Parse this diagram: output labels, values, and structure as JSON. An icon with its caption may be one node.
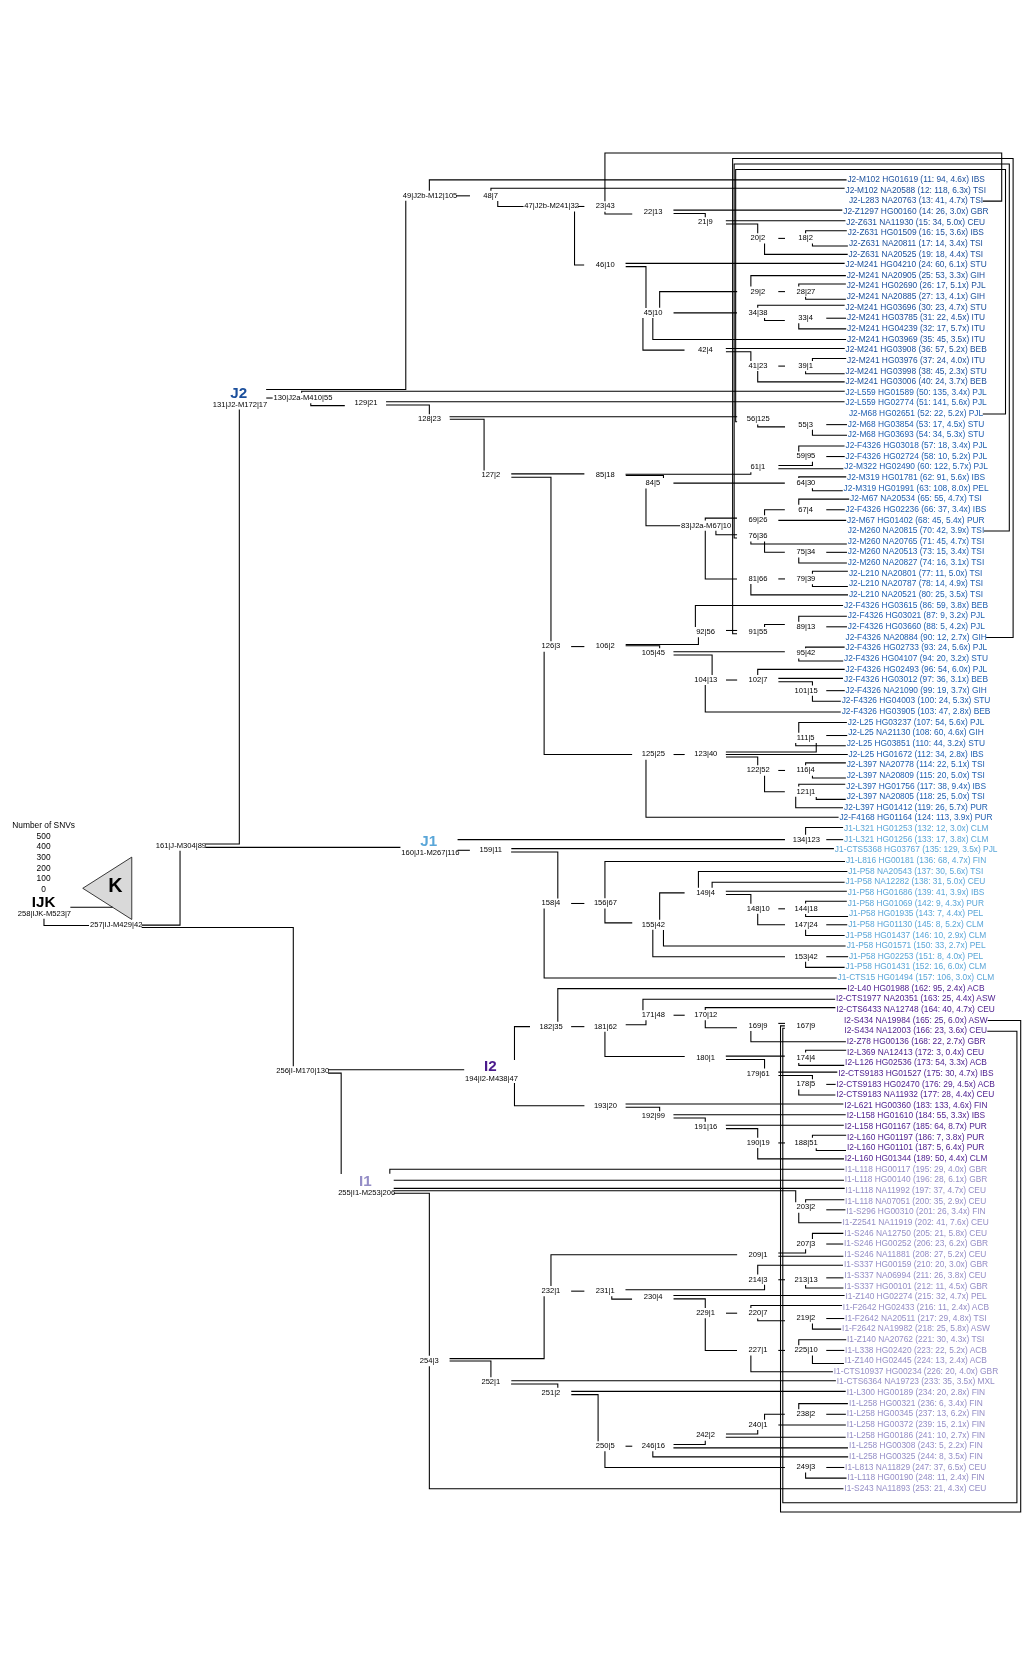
{
  "diagram": {
    "nodes": [
      {
        "text": [
          "258|IJK-M523|7"
        ],
        "beside": [
          "IJK"
        ]
      },
      {
        "text": [
          "K"
        ]
      },
      {
        "text": [
          "257|IJ-M429|42"
        ]
      },
      {
        "text": [
          "161|J-M304|89"
        ]
      },
      {
        "text": [
          "131|J2-M172|17"
        ],
        "beside": [
          "J2"
        ]
      },
      {
        "text": [
          "49|J2b-M12|105"
        ]
      },
      {
        "text": [
          "J2-M102 HG01619 (11: 94, 4.6x) IBS"
        ]
      },
      {
        "text": [
          "48|7"
        ]
      },
      {
        "text": [
          "J2-M102 NA20588 (12: 118, 6.3x) TSI"
        ]
      },
      {
        "text": [
          "47|J2b-M241|32"
        ]
      },
      {
        "text": [
          "23|43"
        ]
      },
      {
        "text": [
          "J2-L283 NA20763 (13: 41, 4.7x) TSI"
        ]
      },
      {
        "text": [
          "22|13"
        ]
      },
      {
        "text": [
          "J2-Z1297 HG00160 (14: 26, 3.0x) GBR"
        ]
      },
      {
        "text": [
          "21|9"
        ]
      },
      {
        "text": [
          "J2-Z631 NA11930 (15: 34, 5.0x) CEU"
        ]
      },
      {
        "text": [
          "20|2"
        ]
      },
      {
        "text": [
          "18|2"
        ]
      },
      {
        "text": [
          "J2-Z631 HG01509 (16: 15, 3.6x) IBS"
        ]
      },
      {
        "text": [
          "J2-Z631 NA20811 (17: 14, 3.4x) TSI"
        ]
      },
      {
        "text": [
          "J2-Z631 NA20525 (19: 18, 4.4x) TSI"
        ]
      },
      {
        "text": [
          "46|10"
        ]
      },
      {
        "text": [
          "J2-M241 HG04210 (24: 60, 6.1x) STU"
        ]
      },
      {
        "text": [
          "45|10"
        ]
      },
      {
        "text": [
          "29|2"
        ]
      },
      {
        "text": [
          "J2-M241 NA20905 (25: 53, 3.3x) GIH"
        ]
      },
      {
        "text": [
          "28|27"
        ]
      },
      {
        "text": [
          "J2-M241 HG02690 (26: 17, 5.1x) PJL"
        ]
      },
      {
        "text": [
          "J2-M241 NA20885 (27: 13, 4.1x) GIH"
        ]
      },
      {
        "text": [
          "34|38"
        ]
      },
      {
        "text": [
          "J2-M241 HG03696 (30: 23, 4.7x) STU"
        ]
      },
      {
        "text": [
          "33|4"
        ]
      },
      {
        "text": [
          "J2-M241 HG03785 (31: 22, 4.5x) ITU"
        ]
      },
      {
        "text": [
          "J2-M241 HG04239 (32: 17, 5.7x) ITU"
        ]
      },
      {
        "text": [
          "J2-M241 HG03969 (35: 45, 3.5x) ITU"
        ]
      },
      {
        "text": [
          "42|4"
        ]
      },
      {
        "text": [
          "J2-M241 HG03908 (36: 57, 5.2x) BEB"
        ]
      },
      {
        "text": [
          "41|23"
        ]
      },
      {
        "text": [
          "39|1"
        ]
      },
      {
        "text": [
          "J2-M241 HG03976 (37: 24, 4.0x) ITU"
        ]
      },
      {
        "text": [
          "J2-M241 HG03998 (38: 45, 2.3x) STU"
        ]
      },
      {
        "text": [
          "J2-M241 HG03006 (40: 24, 3.7x) BEB"
        ]
      },
      {
        "text": [
          "130|J2a-M410|55"
        ]
      },
      {
        "text": [
          "J2-L559 HG01589 (50: 135, 3.4x) PJL"
        ]
      },
      {
        "text": [
          "129|21"
        ]
      },
      {
        "text": [
          "J2-L559 HG02774 (51: 141, 5.6x) PJL"
        ]
      },
      {
        "text": [
          "128|23"
        ]
      },
      {
        "text": [
          "56|125"
        ]
      },
      {
        "text": [
          "J2-M68 HG02651 (52: 22, 5.2x) PJL"
        ]
      },
      {
        "text": [
          "55|3"
        ]
      },
      {
        "text": [
          "J2-M68 HG03854 (53: 17, 4.5x) STU"
        ]
      },
      {
        "text": [
          "J2-M68 HG03693 (54: 34, 5.3x) STU"
        ]
      },
      {
        "text": [
          "127|2"
        ]
      },
      {
        "text": [
          "85|18"
        ]
      },
      {
        "text": [
          "61|1"
        ]
      },
      {
        "text": [
          "59|95"
        ]
      },
      {
        "text": [
          "J2-F4326 HG03018 (57: 18, 3.4x) PJL"
        ]
      },
      {
        "text": [
          "J2-F4326 HG02724 (58: 10, 5.2x) PJL"
        ]
      },
      {
        "text": [
          "J2-M322 HG02490 (60: 122, 5.7x) PJL"
        ]
      },
      {
        "text": [
          "84|5"
        ]
      },
      {
        "text": [
          "64|30"
        ]
      },
      {
        "text": [
          "J2-M319 HG01781 (62: 91, 5.6x) IBS"
        ]
      },
      {
        "text": [
          "J2-M319 HG01991 (63: 108, 8.0x) PEL"
        ]
      },
      {
        "text": [
          "83|J2a-M67|10"
        ]
      },
      {
        "text": [
          "69|26"
        ]
      },
      {
        "text": [
          "67|4"
        ]
      },
      {
        "text": [
          "J2-M67 NA20534 (65: 55, 4.7x) TSI"
        ]
      },
      {
        "text": [
          "J2-F4326 HG02236 (66: 37, 3.4x) IBS"
        ]
      },
      {
        "text": [
          "J2-M67 HG01402 (68: 45, 5.4x) PUR"
        ]
      },
      {
        "text": [
          "76|36"
        ]
      },
      {
        "text": [
          "J2-M260 NA20815 (70: 42, 3.9x) TSI"
        ]
      },
      {
        "text": [
          "J2-M260 NA20765 (71: 45, 4.7x) TSI"
        ]
      },
      {
        "text": [
          "75|34"
        ]
      },
      {
        "text": [
          "J2-M260 NA20513 (73: 15, 3.4x) TSI"
        ]
      },
      {
        "text": [
          "J2-M260 NA20827 (74: 16, 3.1x) TSI"
        ]
      },
      {
        "text": [
          "81|66"
        ]
      },
      {
        "text": [
          "79|39"
        ]
      },
      {
        "text": [
          "J2-L210 NA20801 (77: 11, 5.0x) TSI"
        ]
      },
      {
        "text": [
          "J2-L210 NA20787 (78: 14, 4.9x) TSI"
        ]
      },
      {
        "text": [
          "J2-L210 NA20521 (80: 25, 3.5x) TSI"
        ]
      },
      {
        "text": [
          "126|3"
        ]
      },
      {
        "text": [
          "106|2"
        ]
      },
      {
        "text": [
          "92|56"
        ]
      },
      {
        "text": [
          "J2-F4326 HG03615 (86: 59, 3.8x) BEB"
        ]
      },
      {
        "text": [
          "91|55"
        ]
      },
      {
        "text": [
          "89|13"
        ]
      },
      {
        "text": [
          "J2-F4326 HG03021 (87: 9, 3.2x) PJL"
        ]
      },
      {
        "text": [
          "J2-F4326 HG03660 (88: 5, 4.2x) PJL"
        ]
      },
      {
        "text": [
          "J2-F4326 NA20884 (90: 12, 2.7x) GIH"
        ]
      },
      {
        "text": [
          "105|45"
        ]
      },
      {
        "text": [
          "95|42"
        ]
      },
      {
        "text": [
          "J2-F4326 HG02733 (93: 24, 5.6x) PJL"
        ]
      },
      {
        "text": [
          "J2-F4326 HG04107 (94: 20, 3.2x) STU"
        ]
      },
      {
        "text": [
          "104|13"
        ]
      },
      {
        "text": [
          "102|7"
        ]
      },
      {
        "text": [
          "J2-F4326 HG02493 (96: 54, 6.0x) PJL"
        ]
      },
      {
        "text": [
          "J2-F4326 HG03012 (97: 36, 3.1x) BEB"
        ]
      },
      {
        "text": [
          "101|15"
        ]
      },
      {
        "text": [
          "J2-F4326 NA21090 (99: 19, 3.7x) GIH"
        ]
      },
      {
        "text": [
          "J2-F4326 HG04003 (100: 24, 5.3x) STU"
        ]
      },
      {
        "text": [
          "J2-F4326 HG03905 (103: 47, 2.8x) BEB"
        ]
      },
      {
        "text": [
          "125|25"
        ]
      },
      {
        "text": [
          "123|40"
        ]
      },
      {
        "text": [
          "111|5"
        ]
      },
      {
        "text": [
          "J2-L25 HG03237 (107: 54, 5.6x) PJL"
        ]
      },
      {
        "text": [
          "J2-L25 NA21130 (108: 60, 4.6x) GIH"
        ]
      },
      {
        "text": [
          "J2-L25 HG03851 (110: 44, 3.2x) STU"
        ]
      },
      {
        "text": [
          "J2-L25 HG01672 (112: 34, 2.8x) IBS"
        ]
      },
      {
        "text": [
          "122|52"
        ]
      },
      {
        "text": [
          "116|4"
        ]
      },
      {
        "text": [
          "J2-L397 NA20778 (114: 22, 5.1x) TSI"
        ]
      },
      {
        "text": [
          "J2-L397 NA20809 (115: 20, 5.0x) TSI"
        ]
      },
      {
        "text": [
          "121|1"
        ]
      },
      {
        "text": [
          "J2-L397 HG01756 (117: 38, 9.4x) IBS"
        ]
      },
      {
        "text": [
          "J2-L397 NA20805 (118: 25, 5.0x) TSI"
        ]
      },
      {
        "text": [
          "J2-L397 HG01412 (119: 26, 5.7x) PUR"
        ]
      },
      {
        "text": [
          "J2-F4168 HG01164 (124: 113, 3.9x) PUR"
        ]
      },
      {
        "text": [
          "160|J1-M267|116"
        ],
        "beside": [
          "J1"
        ]
      },
      {
        "text": [
          "134|123"
        ]
      },
      {
        "text": [
          "J1-L321 HG01253 (132: 12, 3.0x) CLM"
        ]
      },
      {
        "text": [
          "J1-L321 HG01256 (133: 17, 3.8x) CLM"
        ]
      },
      {
        "text": [
          "159|11"
        ]
      },
      {
        "text": [
          "J1-CTS5368 HG03767 (135: 129, 3.5x) PJL"
        ]
      },
      {
        "text": [
          "158|4"
        ]
      },
      {
        "text": [
          "156|67"
        ]
      },
      {
        "text": [
          "J1-L816 HG00181 (136: 68, 4.7x) FIN"
        ]
      },
      {
        "text": [
          "155|42"
        ]
      },
      {
        "text": [
          "149|4"
        ]
      },
      {
        "text": [
          "J1-P58 NA20543 (137: 30, 5.6x) TSI"
        ]
      },
      {
        "text": [
          "J1-P58 NA12282 (138: 31, 5.0x) CEU"
        ]
      },
      {
        "text": [
          "J1-P58 HG01686 (139: 41, 3.9x) IBS"
        ]
      },
      {
        "text": [
          "148|10"
        ]
      },
      {
        "text": [
          "144|18"
        ]
      },
      {
        "text": [
          "J1-P58 HG01069 (142: 9, 4.3x) PUR"
        ]
      },
      {
        "text": [
          "J1-P58 HG01935 (143: 7, 4.4x) PEL"
        ]
      },
      {
        "text": [
          "147|24"
        ]
      },
      {
        "text": [
          "J1-P58 HG01130 (145: 8, 5.2x) CLM"
        ]
      },
      {
        "text": [
          "J1-P58 HG01437 (146: 10, 2.9x) CLM"
        ]
      },
      {
        "text": [
          "J1-P58 HG01571 (150: 33, 2.7x) PEL"
        ]
      },
      {
        "text": [
          "153|42"
        ]
      },
      {
        "text": [
          "J1-P58 HG02253 (151: 8, 4.0x) PEL"
        ]
      },
      {
        "text": [
          "J1-P58 HG01431 (152: 16, 6.0x) CLM"
        ]
      },
      {
        "text": [
          "J1-CTS15 HG01494 (157: 106, 3.0x) CLM"
        ]
      },
      {
        "text": [
          "256|I-M170|130"
        ]
      },
      {
        "text": [
          "194|I2-M438|47"
        ],
        "beside": [
          "I2"
        ]
      },
      {
        "text": [
          "182|35"
        ]
      },
      {
        "text": [
          "I2-L40 HG01988 (162: 95, 2.4x) ACB"
        ]
      },
      {
        "text": [
          "181|62"
        ]
      },
      {
        "text": [
          "171|48"
        ]
      },
      {
        "text": [
          "I2-CTS1977 NA20351 (163: 25, 4.4x) ASW"
        ]
      },
      {
        "text": [
          "170|12"
        ]
      },
      {
        "text": [
          "I2-CTS6433 NA12748 (164: 40, 4.7x) CEU"
        ]
      },
      {
        "text": [
          "169|9"
        ]
      },
      {
        "text": [
          "167|9"
        ]
      },
      {
        "text": [
          "I2-S434 NA19984 (165: 25, 6.0x) ASW"
        ]
      },
      {
        "text": [
          "I2-S434 NA12003 (166: 23, 3.6x) CEU"
        ]
      },
      {
        "text": [
          "I2-Z78 HG00136 (168: 22, 2.7x) GBR"
        ]
      },
      {
        "text": [
          "180|1"
        ]
      },
      {
        "text": [
          "174|4"
        ]
      },
      {
        "text": [
          "I2-L369 NA12413 (172: 3, 0.4x) CEU"
        ]
      },
      {
        "text": [
          "I2-L126 HG02536 (173: 54, 3.3x) ACB"
        ]
      },
      {
        "text": [
          "179|61"
        ]
      },
      {
        "text": [
          "I2-CTS9183 HG01527 (175: 30, 4.7x) IBS"
        ]
      },
      {
        "text": [
          "178|5"
        ]
      },
      {
        "text": [
          "I2-CTS9183 HG02470 (176: 29, 4.5x) ACB"
        ]
      },
      {
        "text": [
          "I2-CTS9183 NA11932 (177: 28, 4.4x) CEU"
        ]
      },
      {
        "text": [
          "193|20"
        ]
      },
      {
        "text": [
          "I2-L621 HG00360 (183: 133, 4.6x) FIN"
        ]
      },
      {
        "text": [
          "192|99"
        ]
      },
      {
        "text": [
          "I2-L158 HG01610 (184: 55, 3.3x) IBS"
        ]
      },
      {
        "text": [
          "191|16"
        ]
      },
      {
        "text": [
          "I2-L158 HG01167 (185: 64, 8.7x) PUR"
        ]
      },
      {
        "text": [
          "190|19"
        ]
      },
      {
        "text": [
          "188|51"
        ]
      },
      {
        "text": [
          "I2-L160 HG01197 (186: 7, 3.8x) PUR"
        ]
      },
      {
        "text": [
          "I2-L160 HG01101 (187: 5, 6.4x) PUR"
        ]
      },
      {
        "text": [
          "I2-L160 HG01344 (189: 50, 4.4x) CLM"
        ]
      },
      {
        "text": [
          "255|I1-M253|206"
        ],
        "beside": [
          "I1"
        ]
      },
      {
        "text": [
          "I1-L118 HG00117 (195: 29, 4.0x) GBR"
        ]
      },
      {
        "text": [
          "I1-L118 HG00140 (196: 28, 6.1x) GBR"
        ]
      },
      {
        "text": [
          "I1-L118 NA11992 (197: 37, 4.7x) CEU"
        ]
      },
      {
        "text": [
          "203|2"
        ]
      },
      {
        "text": [
          "I1-L118 NA07051 (200: 35, 2.9x) CEU"
        ]
      },
      {
        "text": [
          "I1-S296 HG00310 (201: 26, 3.4x) FIN"
        ]
      },
      {
        "text": [
          "I1-Z2541 NA11919 (202: 41, 7.6x) CEU"
        ]
      },
      {
        "text": [
          "254|3"
        ]
      },
      {
        "text": [
          "232|1"
        ]
      },
      {
        "text": [
          "209|1"
        ]
      },
      {
        "text": [
          "207|3"
        ]
      },
      {
        "text": [
          "I1-S246 NA12750 (205: 21, 5.8x) CEU"
        ]
      },
      {
        "text": [
          "I1-S246 HG00252 (206: 23, 6.2x) GBR"
        ]
      },
      {
        "text": [
          "I1-S246 NA11881 (208: 27, 5.2x) CEU"
        ]
      },
      {
        "text": [
          "231|1"
        ]
      },
      {
        "text": [
          "214|3"
        ]
      },
      {
        "text": [
          "I1-S337 HG00159 (210: 20, 3.0x) GBR"
        ]
      },
      {
        "text": [
          "213|13"
        ]
      },
      {
        "text": [
          "I1-S337 NA06994 (211: 26, 3.8x) CEU"
        ]
      },
      {
        "text": [
          "I1-S337 HG00101 (212: 11, 4.5x) GBR"
        ]
      },
      {
        "text": [
          "230|4"
        ]
      },
      {
        "text": [
          "I1-Z140 HG02274 (215: 32, 4.7x) PEL"
        ]
      },
      {
        "text": [
          "229|1"
        ]
      },
      {
        "text": [
          "220|7"
        ]
      },
      {
        "text": [
          "I1-F2642 HG02433 (216: 11, 2.4x) ACB"
        ]
      },
      {
        "text": [
          "219|2"
        ]
      },
      {
        "text": [
          "I1-F2642 NA20511 (217: 29, 4.8x) TSI"
        ]
      },
      {
        "text": [
          "I1-F2642 NA19982 (218: 25, 5.8x) ASW"
        ]
      },
      {
        "text": [
          "227|1"
        ]
      },
      {
        "text": [
          "225|10"
        ]
      },
      {
        "text": [
          "I1-Z140 NA20762 (221: 30, 4.3x) TSI"
        ]
      },
      {
        "text": [
          "I1-L338 HG02420 (223: 22, 5.2x) ACB"
        ]
      },
      {
        "text": [
          "I1-Z140 HG02445 (224: 13, 2.4x) ACB"
        ]
      },
      {
        "text": [
          "I1-CTS10937 HG00234 (226: 20, 4.0x) GBR"
        ]
      },
      {
        "text": [
          "252|1"
        ]
      },
      {
        "text": [
          "I1-CTS6364 NA19723 (233: 35, 3.5x) MXL"
        ]
      },
      {
        "text": [
          "251|2"
        ]
      },
      {
        "text": [
          "I1-L300 HG00189 (234: 20, 2.8x) FIN"
        ]
      },
      {
        "text": [
          "250|5"
        ]
      },
      {
        "text": [
          "246|16"
        ]
      },
      {
        "text": [
          "242|2"
        ]
      },
      {
        "text": [
          "240|1"
        ]
      },
      {
        "text": [
          "238|2"
        ]
      },
      {
        "text": [
          "I1-L258 HG00321 (236: 6, 3.4x) FIN"
        ]
      },
      {
        "text": [
          "I1-L258 HG00345 (237: 13, 6.2x) FIN"
        ]
      },
      {
        "text": [
          "I1-L258 HG00372 (239: 15, 2.1x) FIN"
        ]
      },
      {
        "text": [
          "I1-L258 HG00186 (241: 10, 2.7x) FIN"
        ]
      },
      {
        "text": [
          "I1-L258 HG00308 (243: 5, 2.2x) FIN"
        ]
      },
      {
        "text": [
          "I1-L258 HG00325 (244: 8, 3.5x) FIN"
        ]
      },
      {
        "text": [
          "249|3"
        ]
      },
      {
        "text": [
          "I1-L813 NA11829 (247: 37, 6.5x) CEU"
        ]
      },
      {
        "text": [
          "I1-L118 HG00190 (248: 11, 2.4x) FIN"
        ]
      },
      {
        "text": [
          "I1-S243 NA11893 (253: 21, 4.3x) CEU"
        ]
      }
    ],
    "edges": [
      {
        "from": 0,
        "to": 1,
        "arrow": "none"
      },
      {
        "from": 0,
        "to": 2,
        "arrow": "none"
      },
      {
        "from": 2,
        "to": 3,
        "arrow": "none"
      },
      {
        "from": 2,
        "to": 143,
        "arrow": "none"
      },
      {
        "from": 3,
        "to": 4,
        "arrow": "none"
      },
      {
        "from": 3,
        "to": 117,
        "arrow": "none"
      },
      {
        "from": 4,
        "to": 5,
        "arrow": "none"
      },
      {
        "from": 4,
        "to": 42,
        "arrow": "none"
      },
      {
        "from": 5,
        "to": 6,
        "arrow": "none"
      },
      {
        "from": 5,
        "to": 7,
        "arrow": "none"
      },
      {
        "from": 7,
        "to": 8,
        "arrow": "none"
      },
      {
        "from": 7,
        "to": 9,
        "arrow": "none"
      },
      {
        "from": 9,
        "to": 10,
        "arrow": "none"
      },
      {
        "from": 9,
        "to": 21,
        "arrow": "none"
      },
      {
        "from": 10,
        "to": 11,
        "arrow": "none"
      },
      {
        "from": 10,
        "to": 12,
        "arrow": "none"
      },
      {
        "from": 12,
        "to": 13,
        "arrow": "none"
      },
      {
        "from": 12,
        "to": 14,
        "arrow": "none"
      },
      {
        "from": 14,
        "to": 15,
        "arrow": "none"
      },
      {
        "from": 14,
        "to": 16,
        "arrow": "none"
      },
      {
        "from": 16,
        "to": 17,
        "arrow": "none"
      },
      {
        "from": 16,
        "to": 20,
        "arrow": "none"
      },
      {
        "from": 17,
        "to": 18,
        "arrow": "none"
      },
      {
        "from": 17,
        "to": 19,
        "arrow": "none"
      },
      {
        "from": 21,
        "to": 22,
        "arrow": "none"
      },
      {
        "from": 21,
        "to": 23,
        "arrow": "none"
      },
      {
        "from": 23,
        "to": 24,
        "arrow": "none"
      },
      {
        "from": 23,
        "to": 29,
        "arrow": "none"
      },
      {
        "from": 23,
        "to": 34,
        "arrow": "none"
      },
      {
        "from": 23,
        "to": 35,
        "arrow": "none"
      },
      {
        "from": 24,
        "to": 25,
        "arrow": "none"
      },
      {
        "from": 24,
        "to": 26,
        "arrow": "none"
      },
      {
        "from": 26,
        "to": 27,
        "arrow": "none"
      },
      {
        "from": 26,
        "to": 28,
        "arrow": "none"
      },
      {
        "from": 29,
        "to": 30,
        "arrow": "none"
      },
      {
        "from": 29,
        "to": 31,
        "arrow": "none"
      },
      {
        "from": 31,
        "to": 32,
        "arrow": "none"
      },
      {
        "from": 31,
        "to": 33,
        "arrow": "none"
      },
      {
        "from": 35,
        "to": 36,
        "arrow": "none"
      },
      {
        "from": 35,
        "to": 37,
        "arrow": "none"
      },
      {
        "from": 37,
        "to": 38,
        "arrow": "none"
      },
      {
        "from": 37,
        "to": 41,
        "arrow": "none"
      },
      {
        "from": 38,
        "to": 39,
        "arrow": "none"
      },
      {
        "from": 38,
        "to": 40,
        "arrow": "none"
      },
      {
        "from": 42,
        "to": 43,
        "arrow": "none"
      },
      {
        "from": 42,
        "to": 44,
        "arrow": "none"
      },
      {
        "from": 44,
        "to": 45,
        "arrow": "none"
      },
      {
        "from": 44,
        "to": 46,
        "arrow": "none"
      },
      {
        "from": 46,
        "to": 47,
        "arrow": "none"
      },
      {
        "from": 46,
        "to": 52,
        "arrow": "none"
      },
      {
        "from": 47,
        "to": 48,
        "arrow": "none"
      },
      {
        "from": 47,
        "to": 49,
        "arrow": "none"
      },
      {
        "from": 49,
        "to": 50,
        "arrow": "none"
      },
      {
        "from": 49,
        "to": 51,
        "arrow": "none"
      },
      {
        "from": 52,
        "to": 53,
        "arrow": "none"
      },
      {
        "from": 52,
        "to": 80,
        "arrow": "none"
      },
      {
        "from": 53,
        "to": 54,
        "arrow": "none"
      },
      {
        "from": 53,
        "to": 59,
        "arrow": "none"
      },
      {
        "from": 54,
        "to": 55,
        "arrow": "none"
      },
      {
        "from": 54,
        "to": 58,
        "arrow": "none"
      },
      {
        "from": 55,
        "to": 56,
        "arrow": "none"
      },
      {
        "from": 55,
        "to": 57,
        "arrow": "none"
      },
      {
        "from": 59,
        "to": 60,
        "arrow": "none"
      },
      {
        "from": 59,
        "to": 63,
        "arrow": "none"
      },
      {
        "from": 60,
        "to": 61,
        "arrow": "none"
      },
      {
        "from": 60,
        "to": 62,
        "arrow": "none"
      },
      {
        "from": 63,
        "to": 64,
        "arrow": "none"
      },
      {
        "from": 63,
        "to": 69,
        "arrow": "none"
      },
      {
        "from": 63,
        "to": 75,
        "arrow": "none"
      },
      {
        "from": 64,
        "to": 65,
        "arrow": "none"
      },
      {
        "from": 64,
        "to": 68,
        "arrow": "none"
      },
      {
        "from": 65,
        "to": 66,
        "arrow": "none"
      },
      {
        "from": 65,
        "to": 67,
        "arrow": "none"
      },
      {
        "from": 69,
        "to": 70,
        "arrow": "none"
      },
      {
        "from": 69,
        "to": 71,
        "arrow": "none"
      },
      {
        "from": 69,
        "to": 72,
        "arrow": "none"
      },
      {
        "from": 72,
        "to": 73,
        "arrow": "none"
      },
      {
        "from": 72,
        "to": 74,
        "arrow": "none"
      },
      {
        "from": 75,
        "to": 76,
        "arrow": "none"
      },
      {
        "from": 75,
        "to": 79,
        "arrow": "none"
      },
      {
        "from": 76,
        "to": 77,
        "arrow": "none"
      },
      {
        "from": 76,
        "to": 78,
        "arrow": "none"
      },
      {
        "from": 80,
        "to": 81,
        "arrow": "none"
      },
      {
        "from": 80,
        "to": 101,
        "arrow": "none"
      },
      {
        "from": 81,
        "to": 82,
        "arrow": "none"
      },
      {
        "from": 81,
        "to": 89,
        "arrow": "none"
      },
      {
        "from": 82,
        "to": 83,
        "arrow": "none"
      },
      {
        "from": 82,
        "to": 84,
        "arrow": "none"
      },
      {
        "from": 84,
        "to": 85,
        "arrow": "none"
      },
      {
        "from": 84,
        "to": 88,
        "arrow": "none"
      },
      {
        "from": 85,
        "to": 86,
        "arrow": "none"
      },
      {
        "from": 85,
        "to": 87,
        "arrow": "none"
      },
      {
        "from": 89,
        "to": 90,
        "arrow": "none"
      },
      {
        "from": 89,
        "to": 93,
        "arrow": "none"
      },
      {
        "from": 90,
        "to": 91,
        "arrow": "none"
      },
      {
        "from": 90,
        "to": 92,
        "arrow": "none"
      },
      {
        "from": 93,
        "to": 94,
        "arrow": "none"
      },
      {
        "from": 93,
        "to": 100,
        "arrow": "none"
      },
      {
        "from": 94,
        "to": 95,
        "arrow": "none"
      },
      {
        "from": 94,
        "to": 96,
        "arrow": "none"
      },
      {
        "from": 94,
        "to": 97,
        "arrow": "none"
      },
      {
        "from": 97,
        "to": 98,
        "arrow": "none"
      },
      {
        "from": 97,
        "to": 99,
        "arrow": "none"
      },
      {
        "from": 101,
        "to": 102,
        "arrow": "none"
      },
      {
        "from": 101,
        "to": 116,
        "arrow": "none"
      },
      {
        "from": 102,
        "to": 103,
        "arrow": "none"
      },
      {
        "from": 102,
        "to": 107,
        "arrow": "none"
      },
      {
        "from": 102,
        "to": 108,
        "arrow": "none"
      },
      {
        "from": 103,
        "to": 104,
        "arrow": "none"
      },
      {
        "from": 103,
        "to": 105,
        "arrow": "none"
      },
      {
        "from": 103,
        "to": 106,
        "arrow": "none"
      },
      {
        "from": 108,
        "to": 109,
        "arrow": "none"
      },
      {
        "from": 108,
        "to": 112,
        "arrow": "none"
      },
      {
        "from": 109,
        "to": 110,
        "arrow": "none"
      },
      {
        "from": 109,
        "to": 111,
        "arrow": "none"
      },
      {
        "from": 112,
        "to": 113,
        "arrow": "none"
      },
      {
        "from": 112,
        "to": 114,
        "arrow": "none"
      },
      {
        "from": 112,
        "to": 115,
        "arrow": "none"
      },
      {
        "from": 117,
        "to": 118,
        "arrow": "none"
      },
      {
        "from": 117,
        "to": 121,
        "arrow": "none"
      },
      {
        "from": 118,
        "to": 119,
        "arrow": "none"
      },
      {
        "from": 118,
        "to": 120,
        "arrow": "none"
      },
      {
        "from": 121,
        "to": 122,
        "arrow": "none"
      },
      {
        "from": 121,
        "to": 123,
        "arrow": "none"
      },
      {
        "from": 123,
        "to": 124,
        "arrow": "none"
      },
      {
        "from": 123,
        "to": 142,
        "arrow": "none"
      },
      {
        "from": 124,
        "to": 125,
        "arrow": "none"
      },
      {
        "from": 124,
        "to": 126,
        "arrow": "none"
      },
      {
        "from": 126,
        "to": 127,
        "arrow": "none"
      },
      {
        "from": 126,
        "to": 138,
        "arrow": "none"
      },
      {
        "from": 126,
        "to": 139,
        "arrow": "none"
      },
      {
        "from": 127,
        "to": 128,
        "arrow": "none"
      },
      {
        "from": 127,
        "to": 129,
        "arrow": "none"
      },
      {
        "from": 127,
        "to": 130,
        "arrow": "none"
      },
      {
        "from": 127,
        "to": 131,
        "arrow": "none"
      },
      {
        "from": 131,
        "to": 132,
        "arrow": "none"
      },
      {
        "from": 131,
        "to": 135,
        "arrow": "none"
      },
      {
        "from": 132,
        "to": 133,
        "arrow": "none"
      },
      {
        "from": 132,
        "to": 134,
        "arrow": "none"
      },
      {
        "from": 135,
        "to": 136,
        "arrow": "none"
      },
      {
        "from": 135,
        "to": 137,
        "arrow": "none"
      },
      {
        "from": 139,
        "to": 140,
        "arrow": "none"
      },
      {
        "from": 139,
        "to": 141,
        "arrow": "none"
      },
      {
        "from": 143,
        "to": 144,
        "arrow": "none"
      },
      {
        "from": 143,
        "to": 177,
        "arrow": "none"
      },
      {
        "from": 144,
        "to": 145,
        "arrow": "none"
      },
      {
        "from": 144,
        "to": 166,
        "arrow": "none"
      },
      {
        "from": 145,
        "to": 146,
        "arrow": "none"
      },
      {
        "from": 145,
        "to": 147,
        "arrow": "none"
      },
      {
        "from": 147,
        "to": 148,
        "arrow": "none"
      },
      {
        "from": 147,
        "to": 157,
        "arrow": "none"
      },
      {
        "from": 148,
        "to": 149,
        "arrow": "none"
      },
      {
        "from": 148,
        "to": 150,
        "arrow": "none"
      },
      {
        "from": 150,
        "to": 151,
        "arrow": "none"
      },
      {
        "from": 150,
        "to": 152,
        "arrow": "none"
      },
      {
        "from": 152,
        "to": 153,
        "arrow": "none"
      },
      {
        "from": 152,
        "to": 156,
        "arrow": "none"
      },
      {
        "from": 153,
        "to": 154,
        "arrow": "none"
      },
      {
        "from": 153,
        "to": 155,
        "arrow": "none"
      },
      {
        "from": 157,
        "to": 158,
        "arrow": "none"
      },
      {
        "from": 157,
        "to": 161,
        "arrow": "none"
      },
      {
        "from": 158,
        "to": 159,
        "arrow": "none"
      },
      {
        "from": 158,
        "to": 160,
        "arrow": "none"
      },
      {
        "from": 161,
        "to": 162,
        "arrow": "none"
      },
      {
        "from": 161,
        "to": 163,
        "arrow": "none"
      },
      {
        "from": 163,
        "to": 164,
        "arrow": "none"
      },
      {
        "from": 163,
        "to": 165,
        "arrow": "none"
      },
      {
        "from": 166,
        "to": 167,
        "arrow": "none"
      },
      {
        "from": 166,
        "to": 168,
        "arrow": "none"
      },
      {
        "from": 168,
        "to": 169,
        "arrow": "none"
      },
      {
        "from": 168,
        "to": 170,
        "arrow": "none"
      },
      {
        "from": 170,
        "to": 171,
        "arrow": "none"
      },
      {
        "from": 170,
        "to": 172,
        "arrow": "none"
      },
      {
        "from": 172,
        "to": 173,
        "arrow": "none"
      },
      {
        "from": 172,
        "to": 176,
        "arrow": "none"
      },
      {
        "from": 173,
        "to": 174,
        "arrow": "none"
      },
      {
        "from": 173,
        "to": 175,
        "arrow": "none"
      },
      {
        "from": 177,
        "to": 178,
        "arrow": "none"
      },
      {
        "from": 177,
        "to": 179,
        "arrow": "none"
      },
      {
        "from": 177,
        "to": 180,
        "arrow": "none"
      },
      {
        "from": 177,
        "to": 181,
        "arrow": "none"
      },
      {
        "from": 177,
        "to": 185,
        "arrow": "none"
      },
      {
        "from": 181,
        "to": 182,
        "arrow": "none"
      },
      {
        "from": 181,
        "to": 183,
        "arrow": "none"
      },
      {
        "from": 181,
        "to": 184,
        "arrow": "none"
      },
      {
        "from": 185,
        "to": 186,
        "arrow": "none"
      },
      {
        "from": 185,
        "to": 212,
        "arrow": "none"
      },
      {
        "from": 185,
        "to": 230,
        "arrow": "none"
      },
      {
        "from": 186,
        "to": 187,
        "arrow": "none"
      },
      {
        "from": 186,
        "to": 192,
        "arrow": "none"
      },
      {
        "from": 187,
        "to": 188,
        "arrow": "none"
      },
      {
        "from": 187,
        "to": 191,
        "arrow": "none"
      },
      {
        "from": 188,
        "to": 189,
        "arrow": "none"
      },
      {
        "from": 188,
        "to": 190,
        "arrow": "none"
      },
      {
        "from": 192,
        "to": 193,
        "arrow": "none"
      },
      {
        "from": 192,
        "to": 198,
        "arrow": "none"
      },
      {
        "from": 193,
        "to": 194,
        "arrow": "none"
      },
      {
        "from": 193,
        "to": 195,
        "arrow": "none"
      },
      {
        "from": 195,
        "to": 196,
        "arrow": "none"
      },
      {
        "from": 195,
        "to": 197,
        "arrow": "none"
      },
      {
        "from": 198,
        "to": 199,
        "arrow": "none"
      },
      {
        "from": 198,
        "to": 200,
        "arrow": "none"
      },
      {
        "from": 200,
        "to": 201,
        "arrow": "none"
      },
      {
        "from": 200,
        "to": 206,
        "arrow": "none"
      },
      {
        "from": 201,
        "to": 202,
        "arrow": "none"
      },
      {
        "from": 201,
        "to": 203,
        "arrow": "none"
      },
      {
        "from": 203,
        "to": 204,
        "arrow": "none"
      },
      {
        "from": 203,
        "to": 205,
        "arrow": "none"
      },
      {
        "from": 206,
        "to": 207,
        "arrow": "none"
      },
      {
        "from": 206,
        "to": 211,
        "arrow": "none"
      },
      {
        "from": 207,
        "to": 208,
        "arrow": "none"
      },
      {
        "from": 207,
        "to": 209,
        "arrow": "none"
      },
      {
        "from": 207,
        "to": 210,
        "arrow": "none"
      },
      {
        "from": 212,
        "to": 213,
        "arrow": "none"
      },
      {
        "from": 212,
        "to": 214,
        "arrow": "none"
      },
      {
        "from": 214,
        "to": 215,
        "arrow": "none"
      },
      {
        "from": 214,
        "to": 216,
        "arrow": "none"
      },
      {
        "from": 216,
        "to": 217,
        "arrow": "none"
      },
      {
        "from": 216,
        "to": 227,
        "arrow": "none"
      },
      {
        "from": 217,
        "to": 218,
        "arrow": "none"
      },
      {
        "from": 217,
        "to": 225,
        "arrow": "none"
      },
      {
        "from": 217,
        "to": 226,
        "arrow": "none"
      },
      {
        "from": 218,
        "to": 219,
        "arrow": "none"
      },
      {
        "from": 218,
        "to": 224,
        "arrow": "none"
      },
      {
        "from": 219,
        "to": 220,
        "arrow": "none"
      },
      {
        "from": 219,
        "to": 223,
        "arrow": "none"
      },
      {
        "from": 220,
        "to": 221,
        "arrow": "none"
      },
      {
        "from": 220,
        "to": 222,
        "arrow": "none"
      },
      {
        "from": 227,
        "to": 228,
        "arrow": "none"
      },
      {
        "from": 227,
        "to": 229,
        "arrow": "none"
      }
    ],
    "labels": [
      "0",
      "100",
      "200",
      "300",
      "400",
      "500",
      "Number of SNVs"
    ]
  }
}
